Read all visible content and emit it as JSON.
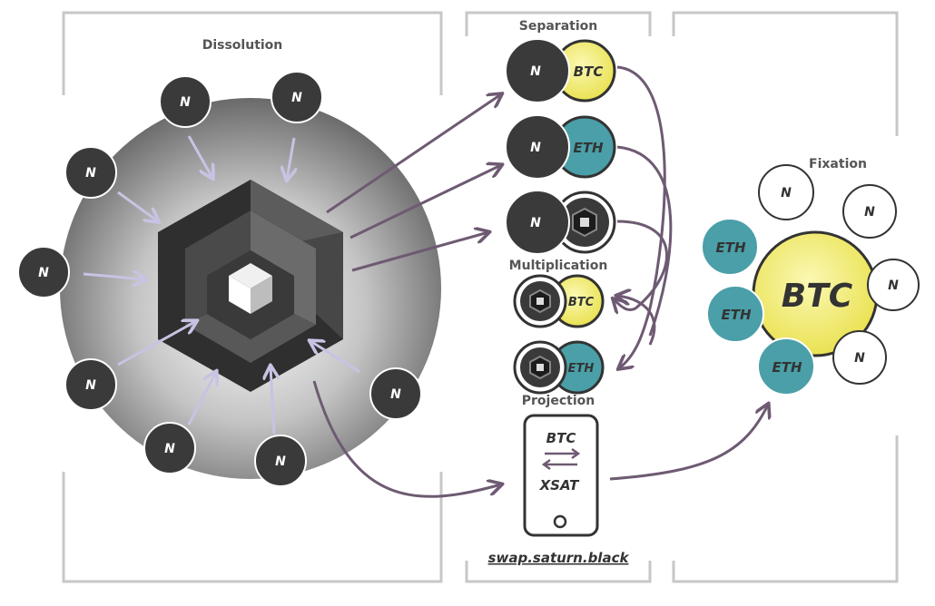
{
  "sections": {
    "dissolution": "Dissolution",
    "separation": "Separation",
    "multiplication": "Multiplication",
    "projection": "Projection",
    "fixation": "Fixation"
  },
  "node_label": "N",
  "coins": {
    "btc": "BTC",
    "eth": "ETH",
    "xsat": "XSAT"
  },
  "link": "swap.saturn.black",
  "colors": {
    "btc_yellow": "#f2ec5c",
    "eth_teal": "#4a9fa8",
    "node_dark": "#3a3a3a",
    "arrow_purple": "#6e5a72",
    "arrow_lavender": "#c8c3e3"
  }
}
